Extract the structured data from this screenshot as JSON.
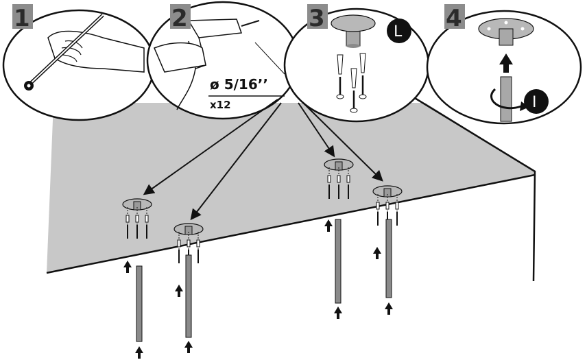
{
  "steps": [
    {
      "number": "1"
    },
    {
      "number": "2"
    },
    {
      "number": "3"
    },
    {
      "number": "4"
    }
  ],
  "drill": {
    "diameter": "ø 5/16’’",
    "quantity": "x12"
  },
  "badges": {
    "step3": "L",
    "step4": "I"
  },
  "colors": {
    "table_surface": "#c8c8c8",
    "leg": "#8a8a8a",
    "outline": "#111111",
    "step_number_bg": "#8c8c8c"
  }
}
